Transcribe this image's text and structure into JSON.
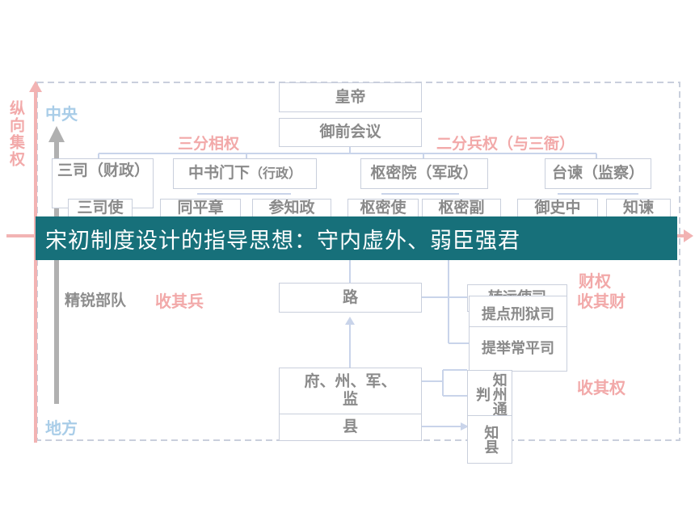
{
  "banner": {
    "title": "宋初制度设计的指导思想：守内虚外、弱臣强君"
  },
  "axis": {
    "vertical_label": "纵向集权",
    "top_label": "中央",
    "bottom_label": "地方"
  },
  "section_labels": {
    "three_powers": "三分相权",
    "two_military": "二分兵权（与三衙）"
  },
  "nodes": {
    "emperor": "皇帝",
    "imperial_council": "御前会议",
    "sansi": "三司（财政）",
    "zhongshu": "中书门下",
    "zhongshu_sub": "（行政）",
    "shumi": "枢密院（军政）",
    "taijian": "台谏（监察）",
    "sansishi": "三司使",
    "tongping": "同平章",
    "canzhi": "参知政",
    "shumishi": "枢密使",
    "shumifu": "枢密副",
    "yushi": "御史中",
    "zhijian": "知谏",
    "elite": "精锐部队",
    "road": "路",
    "zhuanyun": "转运使司",
    "tidian": "提点刑狱司",
    "tiju": "提举常平司",
    "prefecture": "府、州、军、监",
    "county": "县",
    "zhizhou": "知州通判",
    "zhixian": "知县"
  },
  "notes": {
    "shou_bing": "收其兵",
    "caiquan": "财权",
    "shou_cai": "收其财",
    "shou_quan": "收其权"
  },
  "colors": {
    "banner_bg": "#17707a",
    "accent_pink": "#f2a9a9",
    "accent_blue": "#a9cde8",
    "box_border": "#c9cfdc",
    "box_text": "#8a8a8a"
  }
}
